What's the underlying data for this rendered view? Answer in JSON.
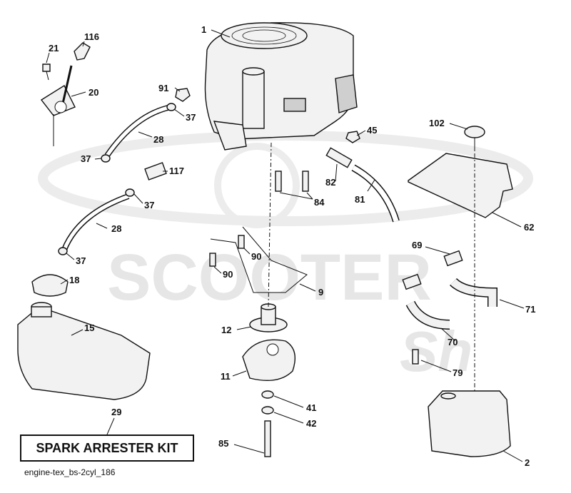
{
  "watermark": {
    "text": "SCOOTER",
    "script": "Sh"
  },
  "kit_label": "SPARK ARRESTER KIT",
  "footer_code": "engine-tex_bs-2cyl_186",
  "callouts": {
    "c1": "1",
    "c116": "116",
    "c21": "21",
    "c20": "20",
    "c91": "91",
    "c37a": "37",
    "c28a": "28",
    "c37b": "37",
    "c117": "117",
    "c37c": "37",
    "c28b": "28",
    "c37d": "37",
    "c45": "45",
    "c102": "102",
    "c82": "82",
    "c84": "84",
    "c81": "81",
    "c62": "62",
    "c90a": "90",
    "c90b": "90",
    "c9": "9",
    "c18": "18",
    "c15": "15",
    "c12": "12",
    "c69": "69",
    "c71": "71",
    "c70": "70",
    "c11": "11",
    "c79": "79",
    "c41": "41",
    "c42": "42",
    "c29": "29",
    "c85": "85",
    "c2": "2"
  }
}
